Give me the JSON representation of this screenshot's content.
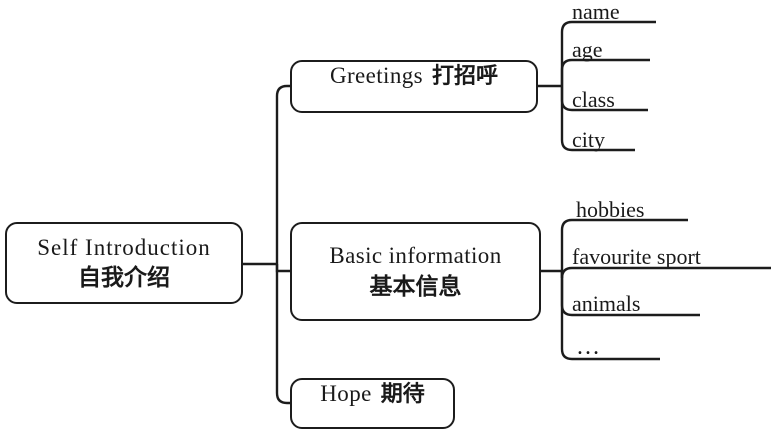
{
  "diagram": {
    "title_root": {
      "text_en": "Self  Introduction",
      "text_zh": "自我介绍"
    },
    "branches": [
      {
        "id": "greetings",
        "text_en": "Greetings",
        "text_zh": "打招呼",
        "leaves": [
          {
            "label": "name"
          },
          {
            "label": "age"
          },
          {
            "label": "class"
          },
          {
            "label": "city"
          }
        ]
      },
      {
        "id": "basic-information",
        "text_en": "Basic information",
        "text_zh": "基本信息",
        "leaves": [
          {
            "label": "hobbies"
          },
          {
            "label": "favourite sport"
          },
          {
            "label": "animals"
          },
          {
            "label": "…"
          }
        ]
      },
      {
        "id": "hope",
        "text_en": "Hope",
        "text_zh": "期待",
        "leaves": []
      }
    ]
  },
  "style": {
    "stroke_color": "#1c1c1c",
    "background_color": "#ffffff",
    "text_color": "#1a1a1a"
  }
}
